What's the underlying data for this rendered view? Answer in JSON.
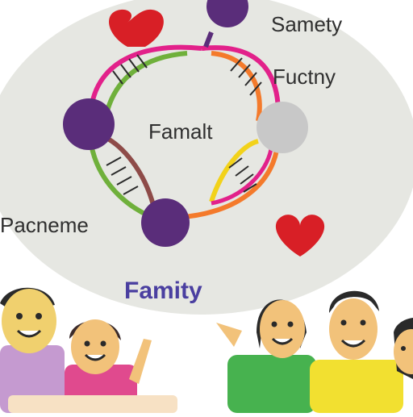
{
  "labels": {
    "top_right": "Samety",
    "right_middle": "Fuctny",
    "center": "Famalt",
    "left": "Pacneme",
    "bottom_center": "Famity"
  },
  "colors": {
    "background_ellipse": "#e6e7e2",
    "ring_magenta": "#e2218a",
    "ring_orange": "#f47a2b",
    "ring_green": "#6fb03b",
    "ring_yellow": "#f2d21a",
    "ring_brown": "#8e4b48",
    "node_purple": "#5a2d7a",
    "node_gray": "#c8c8c8",
    "heart_red": "#d81f26",
    "title_text": "#4a3fa0"
  },
  "icons": [
    "heart-icon",
    "dna-helix-icon",
    "family-people-icon"
  ]
}
